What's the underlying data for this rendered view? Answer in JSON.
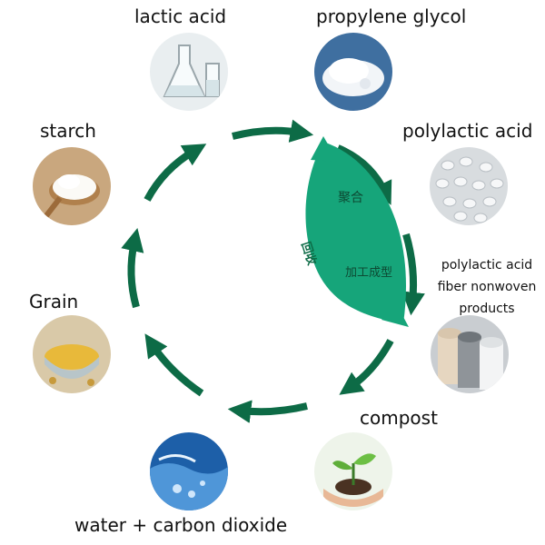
{
  "nodes": {
    "lactic_acid": {
      "label": "lactic acid",
      "icon": "flask-icon"
    },
    "propylene_glycol": {
      "label": "propylene glycol",
      "icon": "powder-pile-icon"
    },
    "polylactic_acid": {
      "label": "polylactic acid",
      "icon": "pellets-icon"
    },
    "fiber_products": {
      "label": "polylactic acid fiber nonwoven products",
      "icon": "fabric-rolls-icon"
    },
    "compost": {
      "label": "compost",
      "icon": "seedling-in-hands-icon"
    },
    "water_co2": {
      "label": "water + carbon dioxide",
      "icon": "water-splash-icon"
    },
    "grain": {
      "label": "Grain",
      "icon": "grain-bowl-icon"
    },
    "starch": {
      "label": "starch",
      "icon": "starch-spoon-icon"
    }
  },
  "inner_cycle": {
    "polymerization_label": "聚合",
    "forming_label": "加工成型",
    "recycle_label": "回收"
  },
  "colors": {
    "arrow": "#0d6b46",
    "leaf": "#16a57a",
    "text": "#111111"
  }
}
